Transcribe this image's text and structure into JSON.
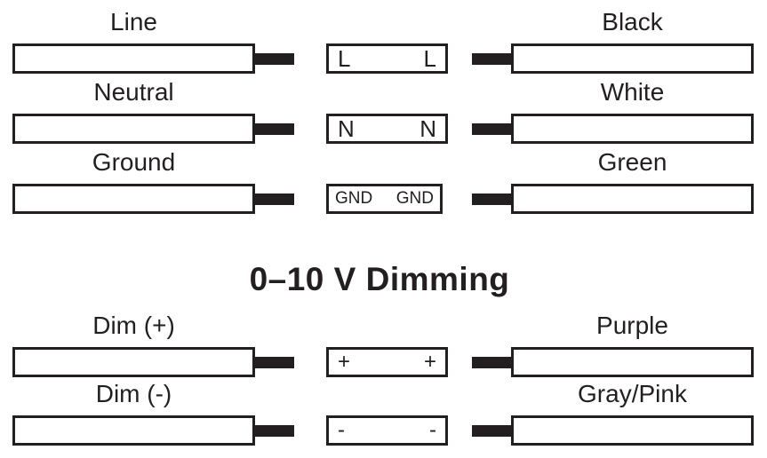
{
  "diagram": {
    "background_color": "#ffffff",
    "line_color": "#231f20",
    "dimming_section_title": "0–10 V Dimming",
    "rows": [
      {
        "left_label": "Line",
        "terminal_left": "L",
        "terminal_right": "L",
        "right_label": "Black"
      },
      {
        "left_label": "Neutral",
        "terminal_left": "N",
        "terminal_right": "N",
        "right_label": "White"
      },
      {
        "left_label": "Ground",
        "terminal_left": "GND",
        "terminal_right": "GND",
        "right_label": "Green"
      },
      {
        "left_label": "Dim (+)",
        "terminal_left": "+",
        "terminal_right": "+",
        "right_label": "Purple"
      },
      {
        "left_label": "Dim (-)",
        "terminal_left": "-",
        "terminal_right": "-",
        "right_label": "Gray/Pink"
      }
    ]
  }
}
